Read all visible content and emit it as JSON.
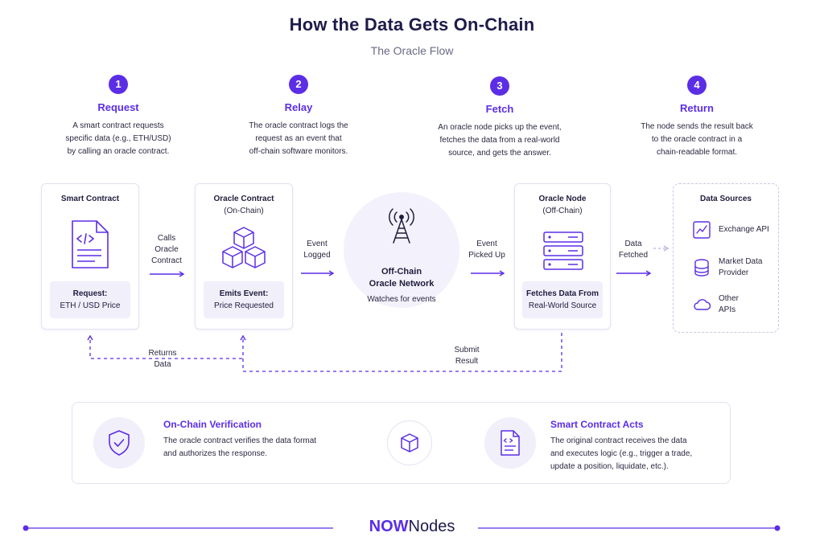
{
  "header": {
    "title": "How the Data Gets On-Chain",
    "subtitle": "The Oracle Flow"
  },
  "steps": [
    {
      "num": "1",
      "title": "Request",
      "lines": [
        "A smart contract requests",
        "specific data (e.g., ETH/USD)",
        "by calling an oracle contract."
      ]
    },
    {
      "num": "2",
      "title": "Relay",
      "lines": [
        "The oracle contract logs the",
        "request as an event that",
        "off-chain software monitors."
      ]
    },
    {
      "num": "3",
      "title": "Fetch",
      "lines": [
        "An oracle node picks up the event,",
        "fetches the data from a real-world",
        "source, and gets the answer."
      ]
    },
    {
      "num": "4",
      "title": "Return",
      "lines": [
        "The node sends the result back",
        "to the oracle contract in a",
        "chain-readable format."
      ]
    }
  ],
  "smart_contract": {
    "title": "Smart Contract",
    "pill_bold": "Request:",
    "pill_text": "ETH / USD Price"
  },
  "oracle_contract": {
    "title": "Oracle Contract",
    "sub": "(On-Chain)",
    "pill_bold": "Emits Event:",
    "pill_text": "Price Requested"
  },
  "network": {
    "title_line1": "Off-Chain",
    "title_line2": "Oracle Network",
    "sub": "Watches for events"
  },
  "oracle_node": {
    "title": "Oracle Node",
    "sub": "(Off-Chain)",
    "pill_bold": "Fetches Data From",
    "pill_text": "Real-World Source"
  },
  "data_sources": {
    "title": "Data Sources",
    "items": [
      {
        "line1": "Exchange API",
        "line2": "",
        "icon": "chart-line-icon"
      },
      {
        "line1": "Market Data",
        "line2": "Provider",
        "icon": "database-icon"
      },
      {
        "line1": "Other",
        "line2": "APIs",
        "icon": "cloud-icon"
      }
    ]
  },
  "arrows": {
    "calls": [
      "Calls",
      "Oracle",
      "Contract"
    ],
    "event_logged": [
      "Event",
      "Logged"
    ],
    "event_picked": [
      "Event",
      "Picked Up"
    ],
    "data_fetched": [
      "Data",
      "Fetched"
    ],
    "returns": [
      "Returns",
      "Data"
    ],
    "submit": [
      "Submit",
      "Result"
    ]
  },
  "verification": {
    "title": "On-Chain Verification",
    "lines": [
      "The oracle contract verifies the data format",
      "and authorizes the response."
    ]
  },
  "acts": {
    "title": "Smart Contract Acts",
    "lines": [
      "The original contract receives the data",
      "and executes logic (e.g., trigger a trade,",
      "update a position, liquidate, etc.)."
    ]
  },
  "footer": {
    "brand_bold": "NOW",
    "brand_rest": "Nodes"
  },
  "colors": {
    "accent": "#5b2ee6",
    "navy": "#1e1b4b",
    "pill": "#f1effa"
  }
}
